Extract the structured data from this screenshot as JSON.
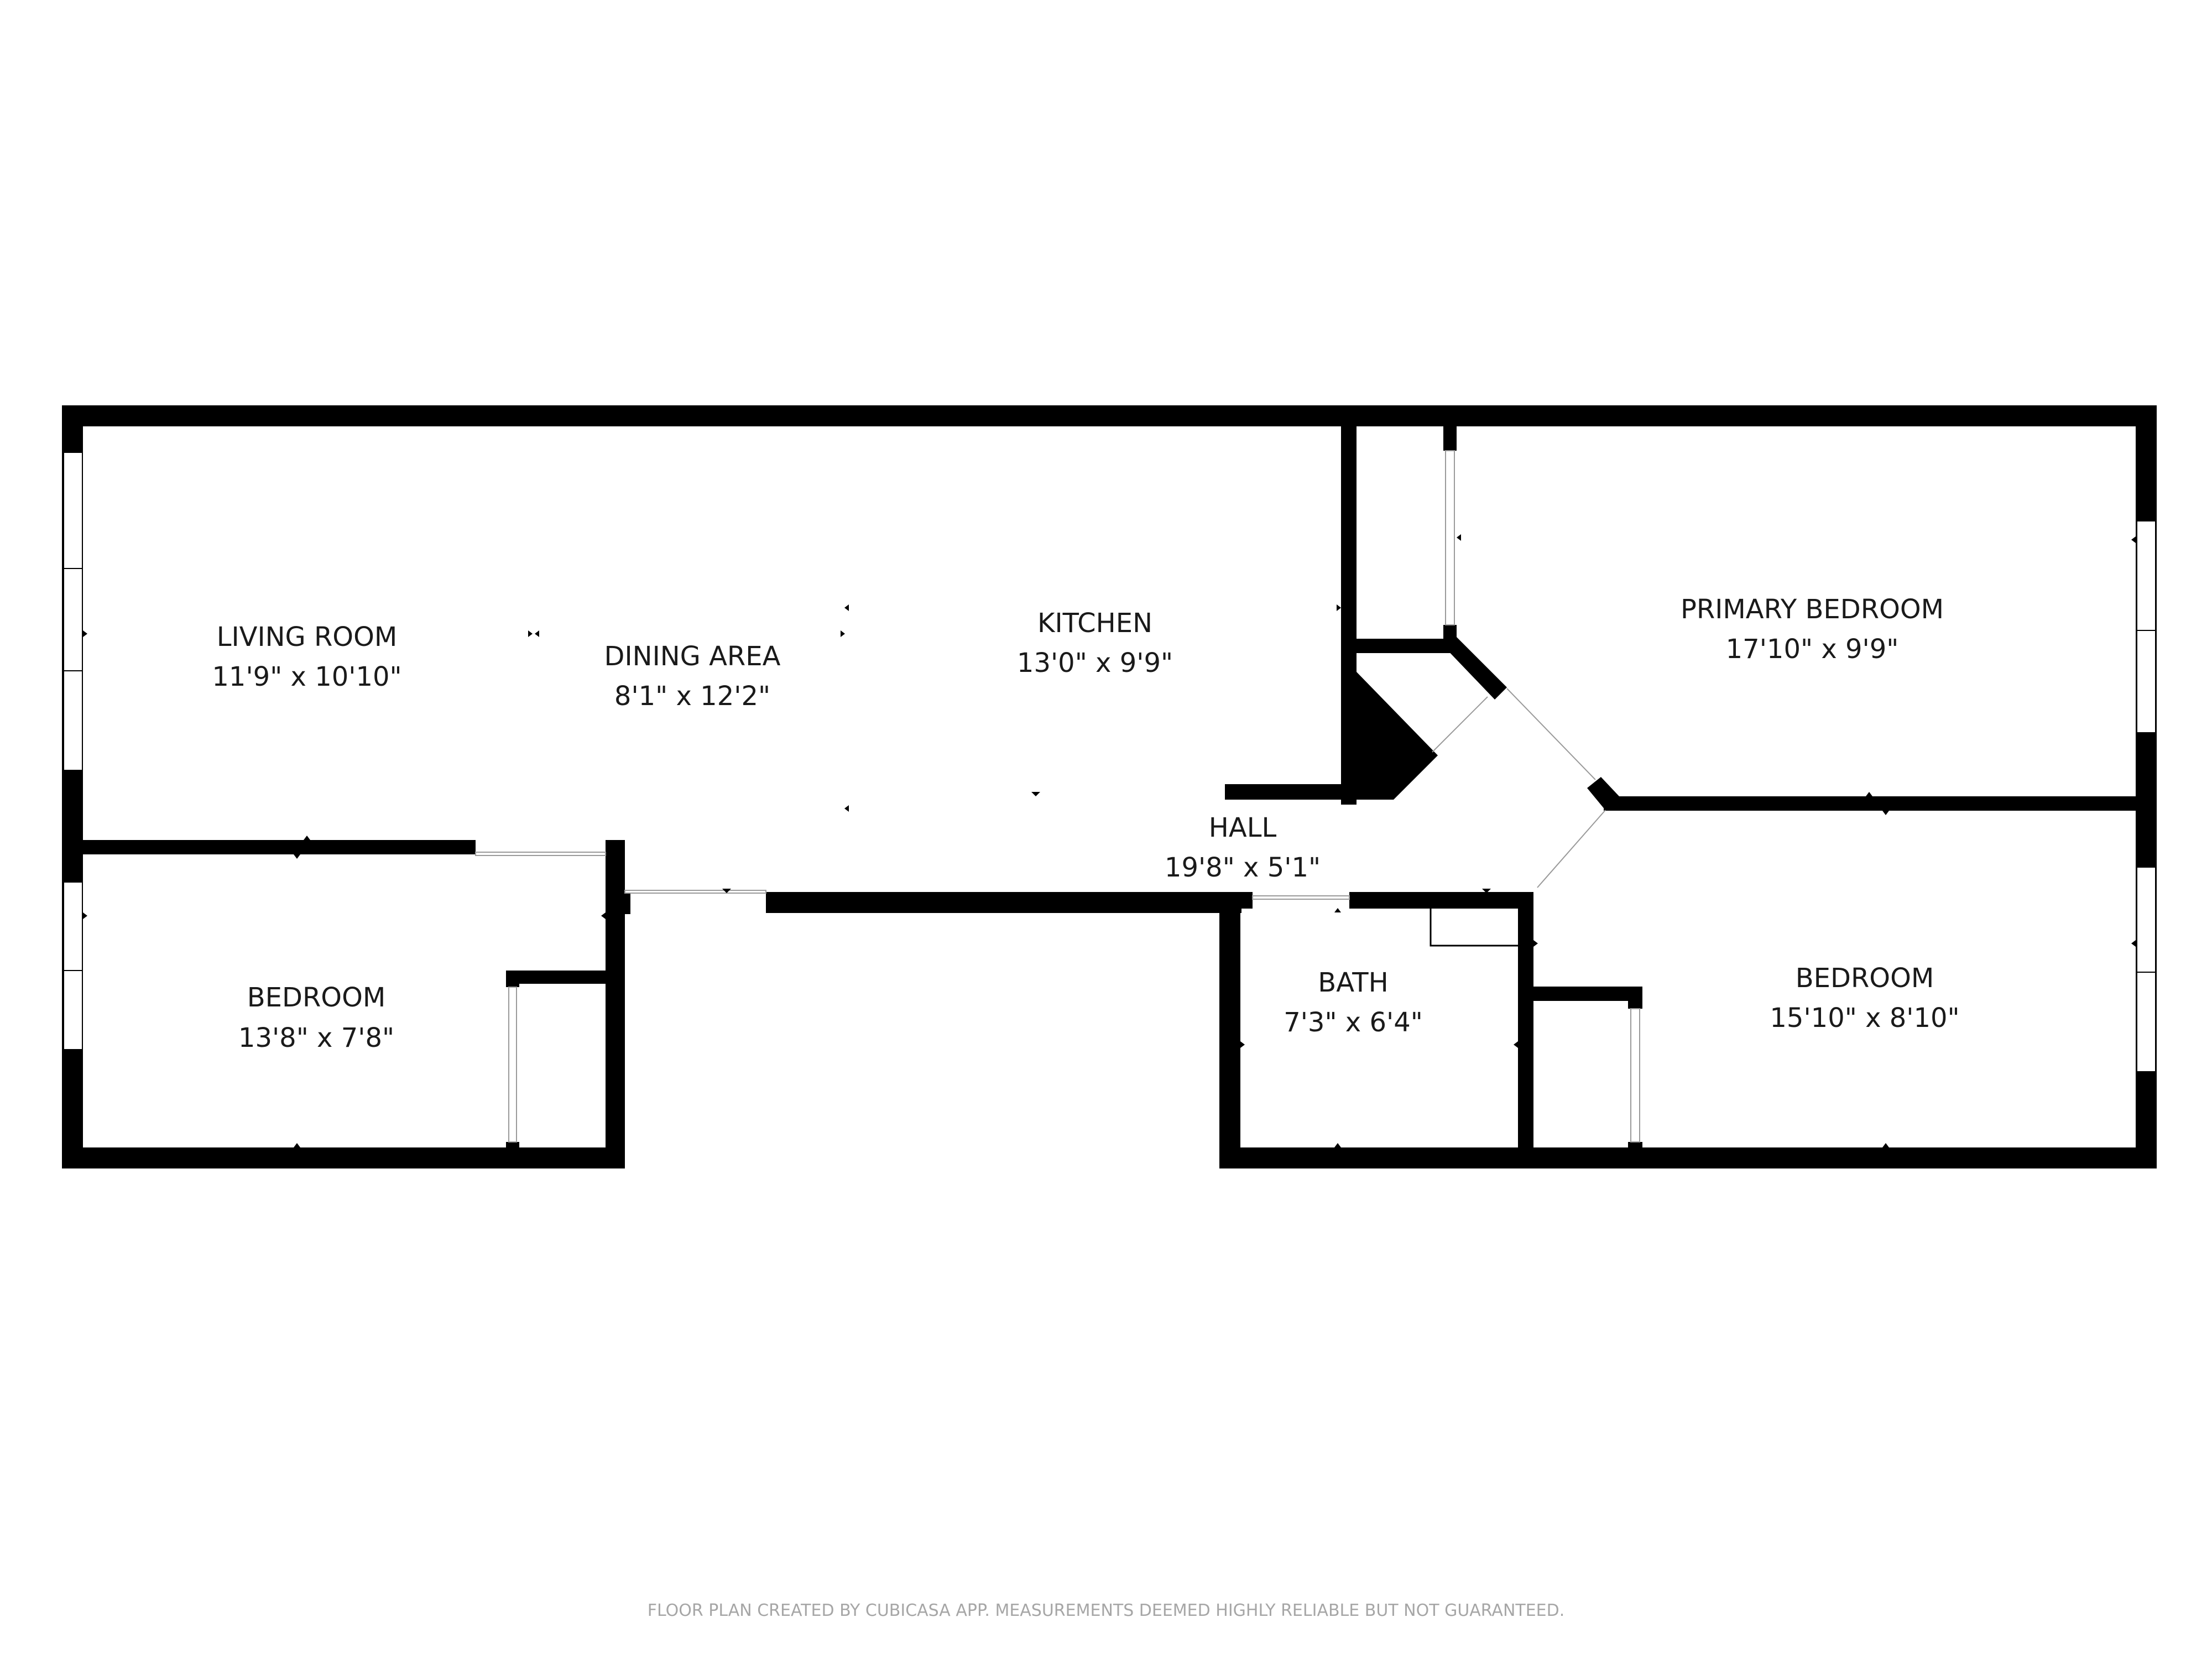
{
  "rooms": {
    "living": {
      "name": "LIVING ROOM",
      "dims": "11'9\" x 10'10\""
    },
    "dining": {
      "name": "DINING AREA",
      "dims": "8'1\" x 12'2\""
    },
    "kitchen": {
      "name": "KITCHEN",
      "dims": "13'0\" x 9'9\""
    },
    "primary": {
      "name": "PRIMARY BEDROOM",
      "dims": "17'10\" x 9'9\""
    },
    "hall": {
      "name": "HALL",
      "dims": "19'8\" x 5'1\""
    },
    "bedroom_left": {
      "name": "BEDROOM",
      "dims": "13'8\" x 7'8\""
    },
    "bath": {
      "name": "BATH",
      "dims": "7'3\" x 6'4\""
    },
    "bedroom_right": {
      "name": "BEDROOM",
      "dims": "15'10\" x 8'10\""
    }
  },
  "footer": {
    "text": "FLOOR PLAN CREATED BY CUBICASA APP. MEASUREMENTS DEEMED HIGHLY RELIABLE BUT NOT GUARANTEED."
  },
  "colors": {
    "wall": "#000000",
    "background": "#ffffff",
    "footer_text": "#a6a6a6"
  }
}
